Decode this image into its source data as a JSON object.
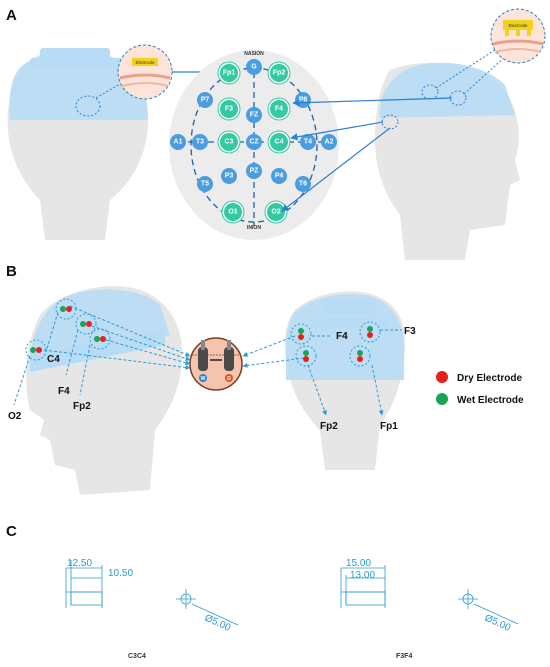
{
  "panels": {
    "a": "A",
    "b": "B",
    "c": "C"
  },
  "panel_a": {
    "landmark_top": "NASION",
    "landmark_bottom": "INION",
    "inset_label": "Electrode",
    "electrodes": {
      "g": "G",
      "fp1": "Fp1",
      "fp2": "Fp2",
      "p7": "P7",
      "p8": "P8",
      "f3": "F3",
      "fz": "FZ",
      "f4": "F4",
      "a1": "A1",
      "t3": "T3",
      "c3": "C3",
      "cz": "CZ",
      "c4": "C4",
      "t4": "T4",
      "a2": "A2",
      "t5": "T5",
      "p3": "P3",
      "pz": "PZ",
      "p4": "P4",
      "t6": "T6",
      "o1": "O1",
      "o2": "O2"
    }
  },
  "panel_b": {
    "left_labels": {
      "c4": "C4",
      "f4": "F4",
      "fp2": "Fp2",
      "o2": "O2"
    },
    "right_labels": {
      "f4": "F4",
      "f3": "F3",
      "fp2": "Fp2",
      "fp1": "Fp1"
    },
    "adapter": {
      "w": "W",
      "d": "D"
    },
    "legend": {
      "dry": "Dry Electrode",
      "wet": "Wet Electrode"
    },
    "colors": {
      "dry": "#e8201c",
      "wet": "#18a558",
      "dashed": "#2a9bd6"
    }
  },
  "panel_c": {
    "left": {
      "dim_width": "12.50",
      "dim_inner": "10.50",
      "dim_circle": "Ø5.00",
      "caption": "C3C4"
    },
    "right": {
      "dim_width": "15.00",
      "dim_inner": "13.00",
      "dim_circle": "Ø5.00",
      "caption": "F3F4"
    }
  },
  "colors": {
    "blue_electrode": "#4a9de0",
    "teal_electrode": "#34c9a3",
    "head": "#e6e6e6",
    "cap": "#b8dcf5"
  }
}
